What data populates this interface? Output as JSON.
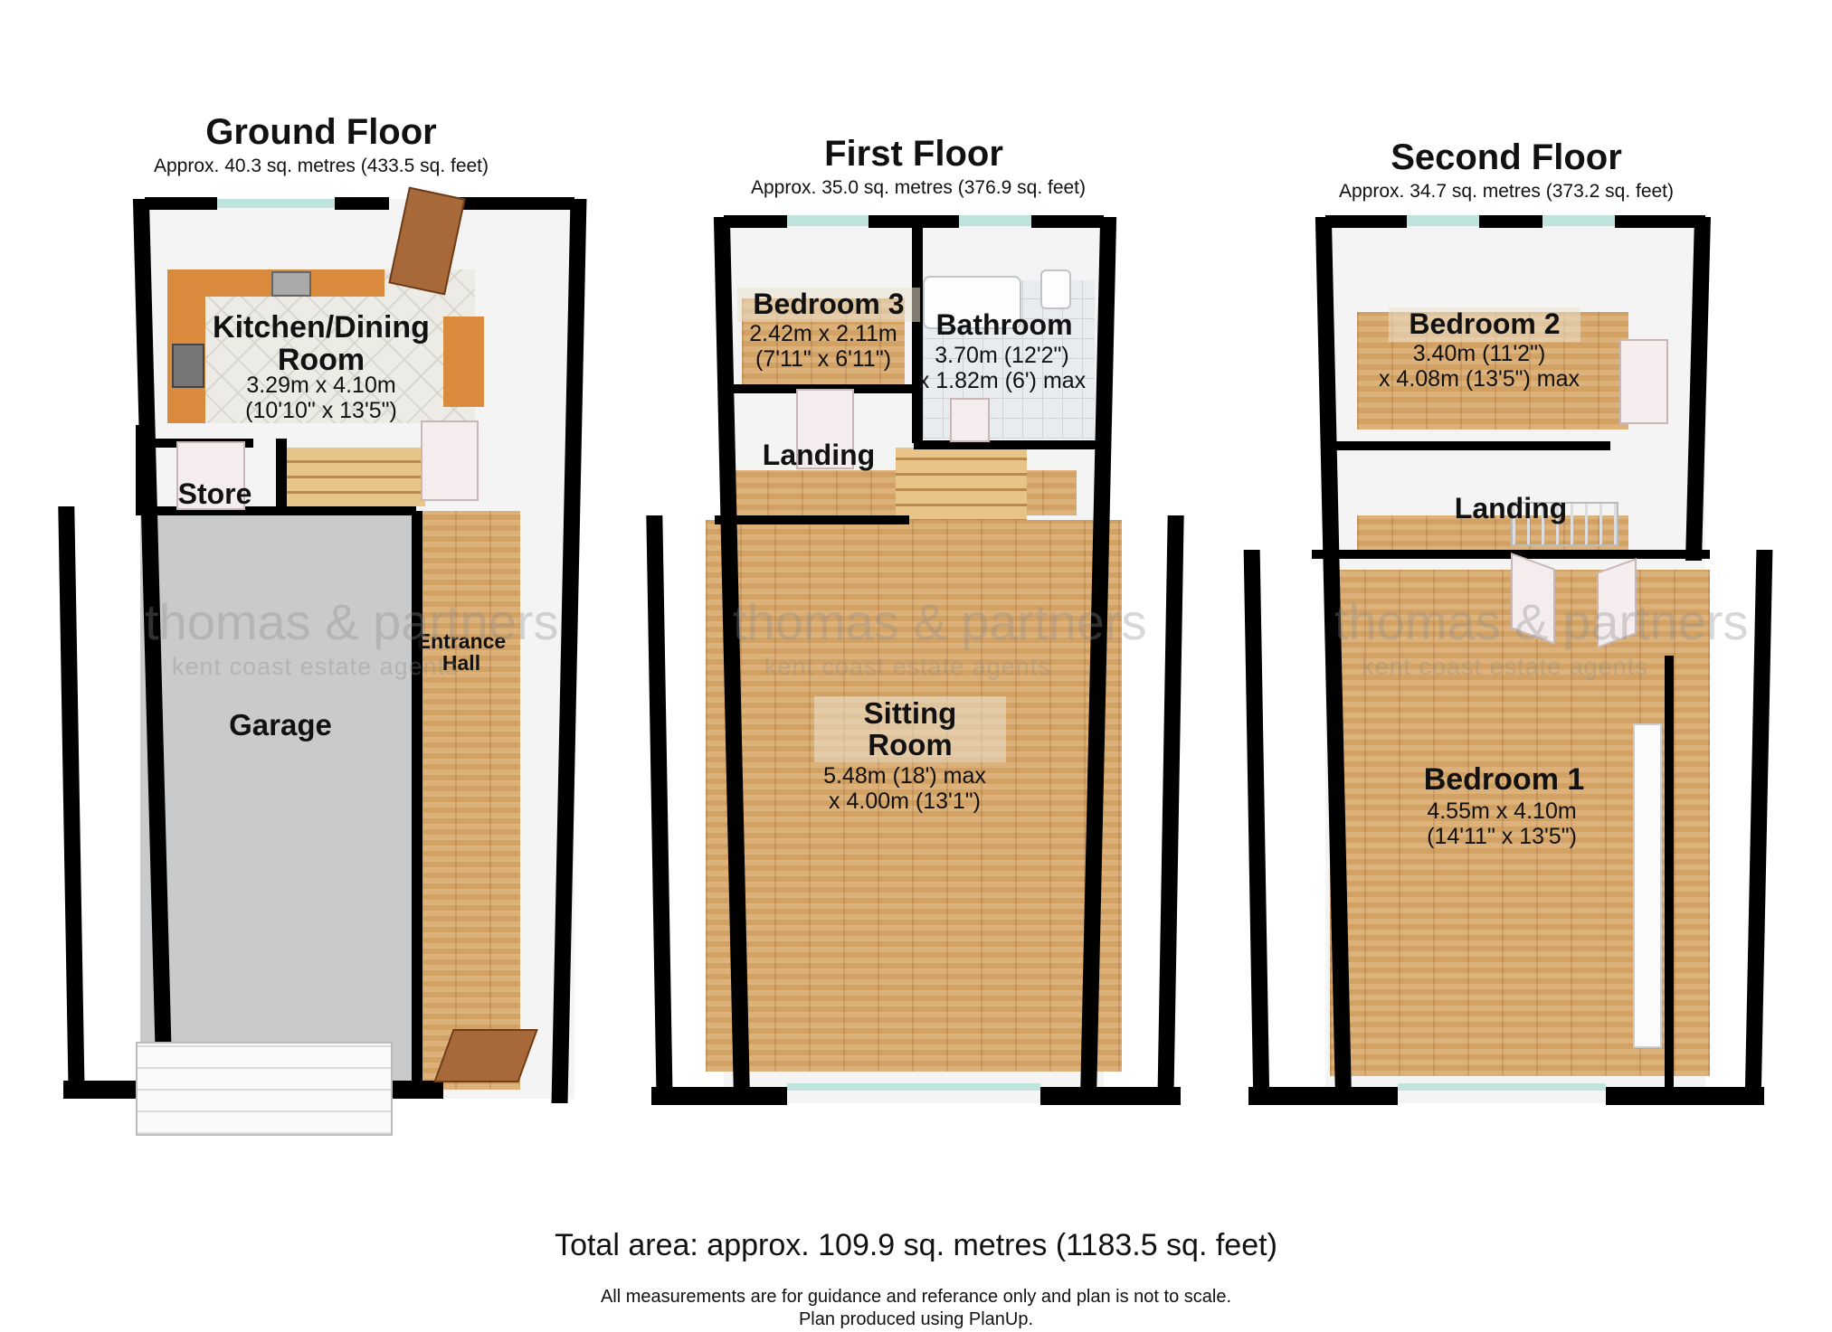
{
  "floors": [
    {
      "title": "Ground Floor",
      "area": "Approx. 40.3 sq. metres (433.5 sq. feet)",
      "rooms": [
        {
          "name": "Kitchen/Dining\nRoom",
          "dims": "3.29m x 4.10m\n(10'10\" x 13'5\")"
        },
        {
          "name": "Store",
          "dims": ""
        },
        {
          "name": "Entrance\nHall",
          "dims": ""
        },
        {
          "name": "Garage",
          "dims": ""
        }
      ]
    },
    {
      "title": "First Floor",
      "area": "Approx. 35.0 sq. metres (376.9 sq. feet)",
      "rooms": [
        {
          "name": "Bedroom 3",
          "dims": "2.42m x 2.11m\n(7'11\" x 6'11\")"
        },
        {
          "name": "Bathroom",
          "dims": "3.70m (12'2\")\nx 1.82m (6') max"
        },
        {
          "name": "Landing",
          "dims": ""
        },
        {
          "name": "Sitting\nRoom",
          "dims": "5.48m (18') max\nx 4.00m (13'1\")"
        }
      ]
    },
    {
      "title": "Second Floor",
      "area": "Approx. 34.7 sq. metres (373.2 sq. feet)",
      "rooms": [
        {
          "name": "Bedroom 2",
          "dims": "3.40m (11'2\")\nx 4.08m (13'5\") max"
        },
        {
          "name": "Landing",
          "dims": ""
        },
        {
          "name": "Bedroom 1",
          "dims": "4.55m x 4.10m\n(14'11\" x 13'5\")"
        }
      ]
    }
  ],
  "watermark": {
    "name": "thomas & partners",
    "tagline": "kent coast estate agents"
  },
  "footer": {
    "total": "Total area: approx. 109.9 sq. metres (1183.5 sq. feet)",
    "note1": "All measurements are for guidance and referance only and plan is not to scale.",
    "note2": "Plan produced using PlanUp."
  },
  "colors": {
    "floor_wood": "#d9a96b",
    "garage_floor": "#c9cacb",
    "walls": "#000000",
    "window": "#bfe3dd"
  }
}
